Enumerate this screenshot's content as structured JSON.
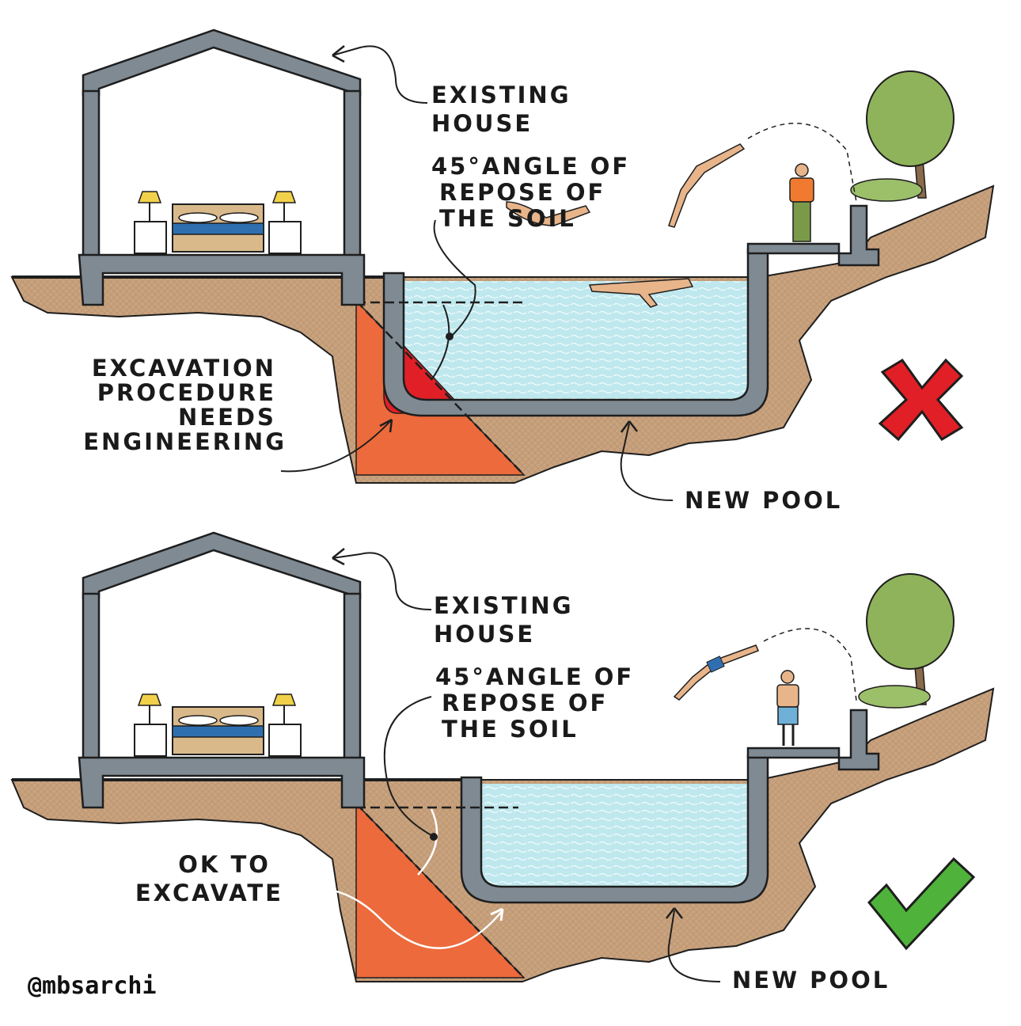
{
  "colors": {
    "soil": "#c9a27e",
    "soil_dark": "#a8825e",
    "water": "#bfe8ee",
    "water_edge": "#9fd6df",
    "wall": "#7f8a93",
    "outline": "#1e1e1e",
    "excavation_zone": "#ec6a3b",
    "conflict_zone": "#e11f26",
    "wrong_mark": "#e11f26",
    "right_mark": "#4fb33b",
    "foliage": "#8fb35a",
    "bed_blue": "#2f6fb0",
    "bed_wood": "#d9b98a"
  },
  "panels": [
    {
      "verdict": "wrong",
      "verdict_icon": "red-x-icon",
      "house_label": [
        "EXISTING",
        "HOUSE"
      ],
      "angle_label": [
        "45°ANGLE OF",
        "REPOSE OF",
        "THE SOIL"
      ],
      "zone_label": [
        "EXCAVATION",
        "PROCEDURE",
        "NEEDS",
        "ENGINEERING"
      ],
      "pool_label": "NEW POOL"
    },
    {
      "verdict": "correct",
      "verdict_icon": "green-check-icon",
      "house_label": [
        "EXISTING",
        "HOUSE"
      ],
      "angle_label": [
        "45°ANGLE OF",
        "REPOSE OF",
        "THE SOIL"
      ],
      "zone_label": [
        "OK TO",
        "EXCAVATE"
      ],
      "pool_label": "NEW POOL"
    }
  ],
  "credit": "@mbsarchi"
}
